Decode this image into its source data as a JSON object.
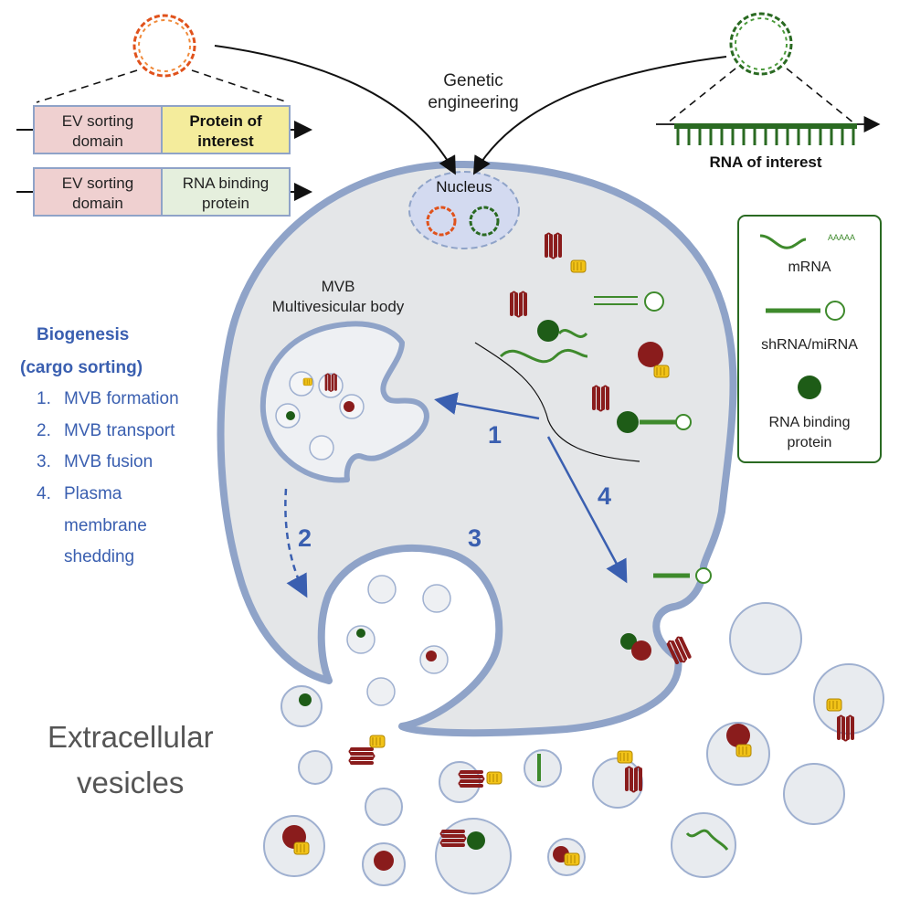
{
  "top": {
    "genetic_engineering_line1": "Genetic",
    "genetic_engineering_line2": "engineering",
    "nucleus": "Nucleus",
    "rna_of_interest": "RNA of interest"
  },
  "constructs": {
    "construct1": {
      "domain_line1": "EV sorting",
      "domain_line2": "domain",
      "cargo_line1": "Protein of",
      "cargo_line2": "interest"
    },
    "construct2": {
      "domain_line1": "EV sorting",
      "domain_line2": "domain",
      "cargo_line1": "RNA binding",
      "cargo_line2": "protein"
    }
  },
  "mvb": {
    "line1": "MVB",
    "line2": "Multivesicular body"
  },
  "biogenesis": {
    "title_line1": "Biogenesis",
    "title_line2": "(cargo sorting)",
    "steps": [
      {
        "num": "1.",
        "lines": [
          "MVB formation"
        ]
      },
      {
        "num": "2.",
        "lines": [
          "MVB transport"
        ]
      },
      {
        "num": "3.",
        "lines": [
          "MVB fusion"
        ]
      },
      {
        "num": "4.",
        "lines": [
          "Plasma",
          "membrane",
          "shedding"
        ]
      }
    ]
  },
  "step_markers": [
    "1",
    "2",
    "3",
    "4"
  ],
  "legend": {
    "mrna": "mRNA",
    "shrna": "shRNA/miRNA",
    "rbp_line1": "RNA binding",
    "rbp_line2": "protein",
    "polyA": "AAAAA"
  },
  "extracellular": {
    "line1": "Extracellular",
    "line2": "vesicles"
  },
  "colors": {
    "blue_text": "#3a5fb0",
    "cell_fill": "#e4e6e8",
    "cell_stroke": "#8fa3c8",
    "protein_red": "#8a1c1c",
    "protein_yellow": "#f2c318",
    "rna_green": "#3e8a2c",
    "rbp_green": "#1e5c17",
    "plasmid_orange": "#e0521c",
    "plasmid_green": "#2a6a22",
    "box_pink": "#efd0d0",
    "box_yellow": "#f4ec9c",
    "box_green": "#e5efdd"
  }
}
